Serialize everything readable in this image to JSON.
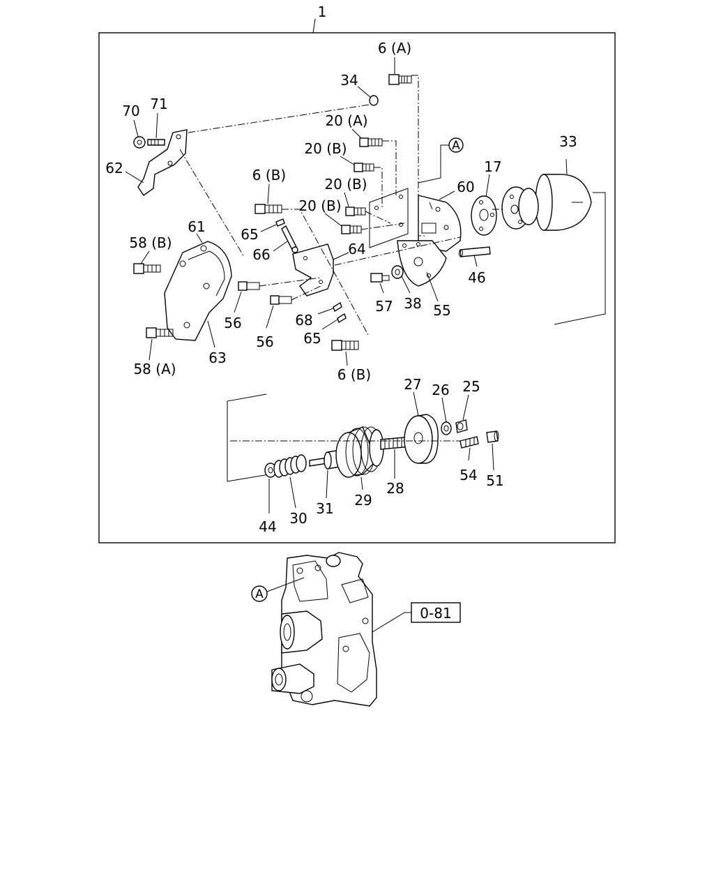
{
  "assembly_label": "1",
  "reference_box": "0-81",
  "circle_ref": "A",
  "labels": {
    "p6a": "6 (A)",
    "p34": "34",
    "p70": "70",
    "p71": "71",
    "p20a": "20 (A)",
    "p20b_1": "20 (B)",
    "p20b_2": "20 (B)",
    "p20b_3": "20 (B)",
    "p33": "33",
    "p17": "17",
    "p60": "60",
    "p62": "62",
    "p6b_top": "6 (B)",
    "p61": "61",
    "p58b": "58 (B)",
    "p65_top": "65",
    "p66": "66",
    "p64": "64",
    "p46": "46",
    "p57": "57",
    "p38": "38",
    "p55": "55",
    "p56_1": "56",
    "p56_2": "56",
    "p68": "68",
    "p65_bot": "65",
    "p63": "63",
    "p58a": "58 (A)",
    "p6b_bot": "6 (B)",
    "p27": "27",
    "p26": "26",
    "p25": "25",
    "p54": "54",
    "p51": "51",
    "p28": "28",
    "p29": "29",
    "p31": "31",
    "p30": "30",
    "p44": "44"
  }
}
